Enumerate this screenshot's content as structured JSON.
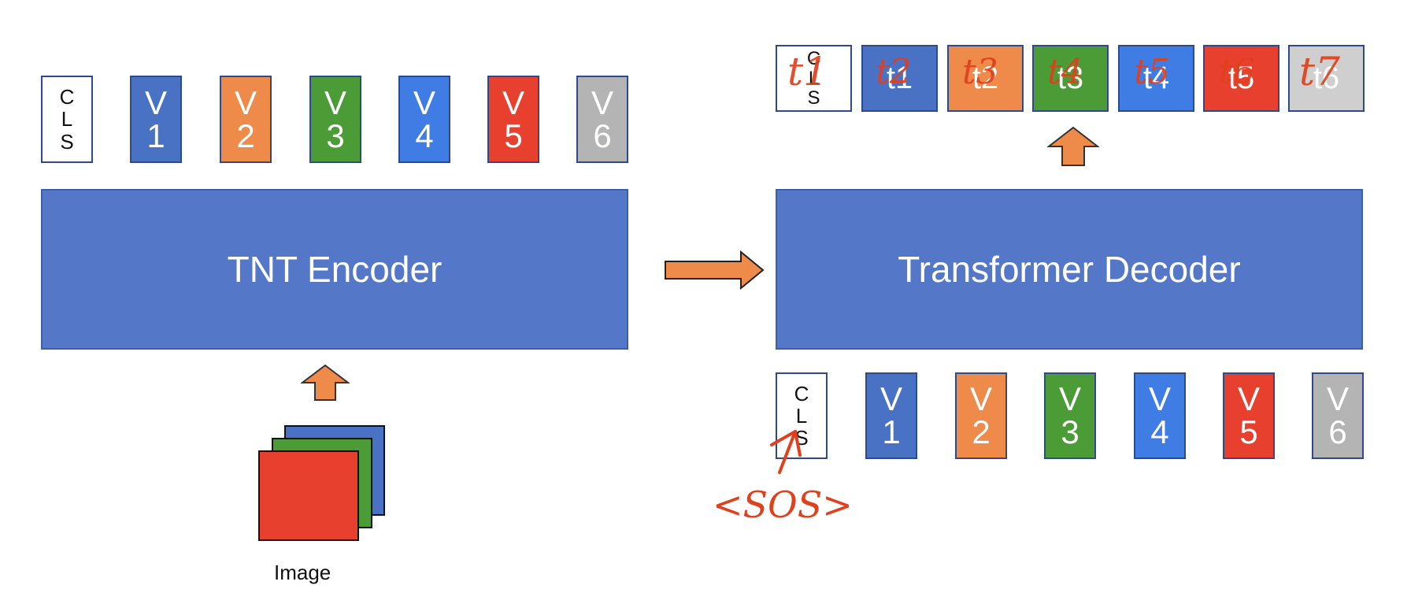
{
  "colors": {
    "block": "#5577c8",
    "arrow": "#ee8a4a",
    "v1": "#4a72c4",
    "v2": "#ee8a4a",
    "v3": "#4b9b36",
    "v4": "#3f7de4",
    "v5": "#e8402e",
    "v6": "#b4b4b4",
    "ink": "#e0401c"
  },
  "encoder": {
    "title": "TNT Encoder",
    "cls": [
      "C",
      "L",
      "S"
    ],
    "tokens": [
      {
        "letter": "V",
        "num": "1"
      },
      {
        "letter": "V",
        "num": "2"
      },
      {
        "letter": "V",
        "num": "3"
      },
      {
        "letter": "V",
        "num": "4"
      },
      {
        "letter": "V",
        "num": "5"
      },
      {
        "letter": "V",
        "num": "6"
      }
    ],
    "image_label": "Image"
  },
  "decoder": {
    "title": "Transformer Decoder",
    "cls": [
      "C",
      "L",
      "S"
    ],
    "tokens": [
      {
        "letter": "V",
        "num": "1"
      },
      {
        "letter": "V",
        "num": "2"
      },
      {
        "letter": "V",
        "num": "3"
      },
      {
        "letter": "V",
        "num": "4"
      },
      {
        "letter": "V",
        "num": "5"
      },
      {
        "letter": "V",
        "num": "6"
      }
    ],
    "outputs": [
      "CLS",
      "t1",
      "t2",
      "t3",
      "t4",
      "t5",
      "t6"
    ]
  },
  "annotations": {
    "output_handwriting": [
      "t1",
      "t2",
      "t3",
      "t4",
      "t5",
      "t6",
      "t7"
    ],
    "sos": "<SOS>"
  }
}
